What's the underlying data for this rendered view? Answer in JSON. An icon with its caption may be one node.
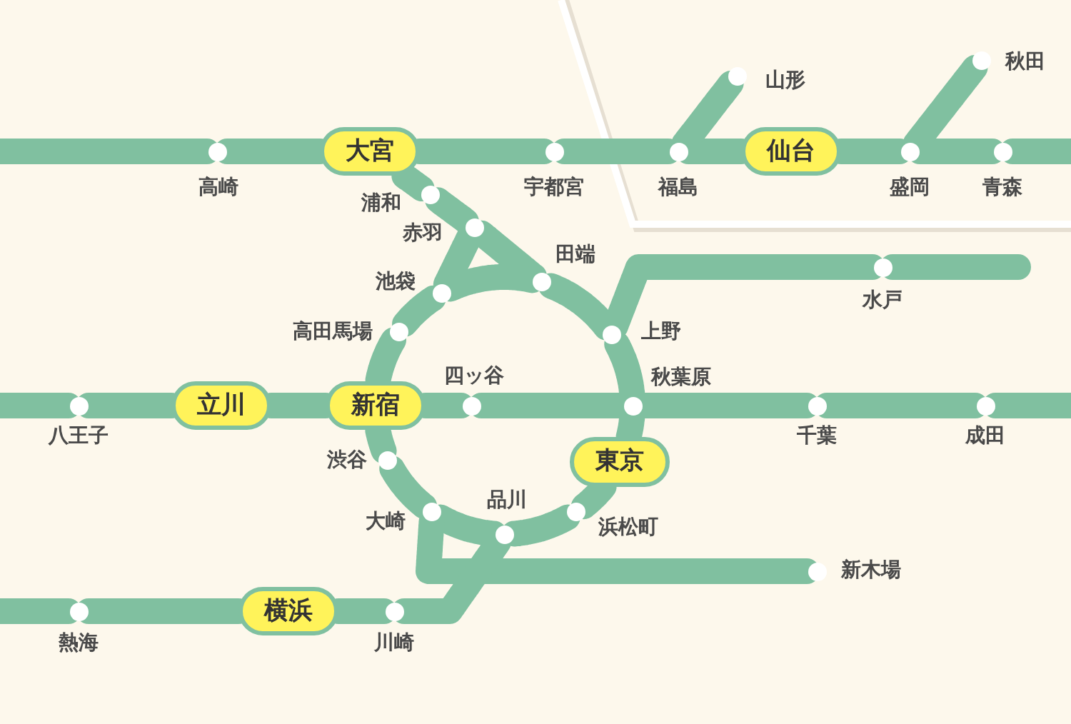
{
  "diagram": {
    "nodes": [
      {
        "text": [],
        "shape": "circle",
        "beside": [
          "山形"
        ]
      },
      {
        "text": [],
        "shape": "circle",
        "beside": [
          "秋田"
        ]
      },
      {
        "text": [],
        "shape": "circle",
        "beside": [
          "高崎"
        ]
      },
      {
        "text": [
          "大宮"
        ]
      },
      {
        "text": [],
        "shape": "circle",
        "beside": [
          "宇都宮"
        ]
      },
      {
        "text": [],
        "shape": "circle",
        "beside": [
          "福島"
        ]
      },
      {
        "text": [
          "仙台"
        ]
      },
      {
        "text": [],
        "shape": "circle",
        "beside": [
          "盛岡"
        ]
      },
      {
        "text": [],
        "shape": "circle",
        "beside": [
          "青森"
        ]
      },
      {
        "text": [],
        "shape": "circle",
        "beside": [
          "浦和"
        ]
      },
      {
        "text": [],
        "shape": "circle",
        "beside": [
          "赤羽"
        ]
      },
      {
        "text": [],
        "shape": "circle",
        "beside": [
          "田端"
        ]
      },
      {
        "text": [],
        "shape": "circle",
        "beside": [
          "池袋"
        ]
      },
      {
        "text": [],
        "shape": "circle",
        "beside": [
          "水戸"
        ]
      },
      {
        "text": [],
        "shape": "circle",
        "beside": [
          "上野"
        ]
      },
      {
        "text": [],
        "shape": "circle",
        "beside": [
          "高田馬場"
        ]
      },
      {
        "text": [],
        "shape": "circle",
        "beside": [
          "四ッ谷"
        ]
      },
      {
        "text": [],
        "shape": "circle",
        "beside": [
          "八王子"
        ]
      },
      {
        "text": [
          "立川"
        ]
      },
      {
        "text": [
          "新宿"
        ]
      },
      {
        "text": [],
        "shape": "circle",
        "beside": [
          "秋葉原"
        ]
      },
      {
        "text": [],
        "shape": "circle",
        "beside": [
          "千葉"
        ]
      },
      {
        "text": [],
        "shape": "circle",
        "beside": [
          "成田"
        ]
      },
      {
        "text": [],
        "shape": "circle",
        "beside": [
          "渋谷"
        ]
      },
      {
        "text": [
          "東京"
        ]
      },
      {
        "text": [],
        "shape": "circle",
        "beside": [
          "品川"
        ]
      },
      {
        "text": [],
        "shape": "circle",
        "beside": [
          "大崎"
        ]
      },
      {
        "text": [],
        "shape": "circle",
        "beside": [
          "浜松町"
        ]
      },
      {
        "text": [],
        "shape": "circle",
        "beside": [
          "新木場"
        ]
      },
      {
        "text": [],
        "shape": "circle",
        "beside": [
          "熱海"
        ]
      },
      {
        "text": [
          "横浜"
        ]
      },
      {
        "text": [],
        "shape": "circle",
        "beside": [
          "川崎"
        ]
      }
    ],
    "edges": [
      {
        "from": null,
        "to": 2,
        "arrow": "none"
      },
      {
        "from": 2,
        "to": 3,
        "arrow": "none"
      },
      {
        "from": 3,
        "to": 4,
        "arrow": "none"
      },
      {
        "from": 4,
        "to": 5,
        "arrow": "none"
      },
      {
        "from": 5,
        "to": 6,
        "arrow": "none"
      },
      {
        "from": 6,
        "to": 7,
        "arrow": "none"
      },
      {
        "from": 7,
        "to": 8,
        "arrow": "none"
      },
      {
        "from": 8,
        "to": null,
        "arrow": "none"
      },
      {
        "from": 5,
        "to": 0,
        "arrow": "none"
      },
      {
        "from": 7,
        "to": 1,
        "arrow": "none"
      },
      {
        "from": 3,
        "to": 9,
        "arrow": "none"
      },
      {
        "from": 9,
        "to": 10,
        "arrow": "none"
      },
      {
        "from": 10,
        "to": 12,
        "arrow": "none"
      },
      {
        "from": 10,
        "to": 11,
        "arrow": "none"
      },
      {
        "from": 11,
        "to": 14,
        "arrow": "none"
      },
      {
        "from": 14,
        "to": 20,
        "arrow": "none"
      },
      {
        "from": 20,
        "to": 24,
        "arrow": "none"
      },
      {
        "from": 24,
        "to": 27,
        "arrow": "none"
      },
      {
        "from": 27,
        "to": 25,
        "arrow": "none"
      },
      {
        "from": 25,
        "to": 26,
        "arrow": "none"
      },
      {
        "from": 26,
        "to": 23,
        "arrow": "none"
      },
      {
        "from": 23,
        "to": 19,
        "arrow": "none"
      },
      {
        "from": 19,
        "to": 15,
        "arrow": "none"
      },
      {
        "from": 15,
        "to": 12,
        "arrow": "none"
      },
      {
        "from": 12,
        "to": 11,
        "arrow": "none"
      },
      {
        "from": 14,
        "to": 13,
        "arrow": "none"
      },
      {
        "from": 13,
        "to": null,
        "arrow": "none"
      },
      {
        "from": null,
        "to": 17,
        "arrow": "none"
      },
      {
        "from": 17,
        "to": 18,
        "arrow": "none"
      },
      {
        "from": 18,
        "to": 19,
        "arrow": "none"
      },
      {
        "from": 19,
        "to": 16,
        "arrow": "none"
      },
      {
        "from": 16,
        "to": 20,
        "arrow": "none"
      },
      {
        "from": 20,
        "to": 21,
        "arrow": "none"
      },
      {
        "from": 21,
        "to": 22,
        "arrow": "none"
      },
      {
        "from": 22,
        "to": null,
        "arrow": "none"
      },
      {
        "from": 26,
        "to": 28,
        "arrow": "none"
      },
      {
        "from": null,
        "to": 29,
        "arrow": "none"
      },
      {
        "from": 29,
        "to": 30,
        "arrow": "none"
      },
      {
        "from": 30,
        "to": 31,
        "arrow": "none"
      },
      {
        "from": 31,
        "to": 25,
        "arrow": "none"
      }
    ]
  }
}
